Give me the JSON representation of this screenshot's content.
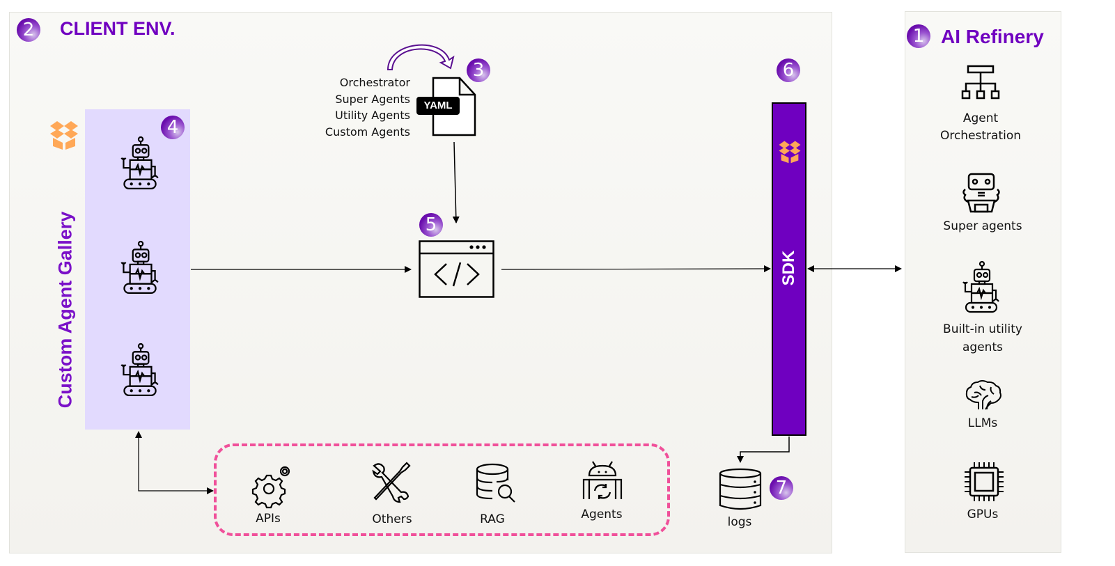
{
  "client_env": {
    "badge": "2",
    "title": "CLIENT ENV."
  },
  "ai_refinery": {
    "badge": "1",
    "title": "AI Refinery",
    "items": [
      {
        "icon": "hierarchy-icon",
        "label_line1": "Agent",
        "label_line2": "Orchestration"
      },
      {
        "icon": "super-agent-robot-icon",
        "label_line1": "Super agents",
        "label_line2": ""
      },
      {
        "icon": "utility-robot-icon",
        "label_line1": "Built-in utility",
        "label_line2": "agents"
      },
      {
        "icon": "brain-icon",
        "label_line1": "LLMs",
        "label_line2": ""
      },
      {
        "icon": "chip-icon",
        "label_line1": "GPUs",
        "label_line2": ""
      }
    ]
  },
  "yaml_config": {
    "badge": "3",
    "tag": "YAML",
    "items": [
      "Orchestrator",
      "Super Agents",
      "Utility Agents",
      "Custom Agents"
    ]
  },
  "gallery": {
    "badge": "4",
    "title": "Custom Agent Gallery",
    "robot_count": 3
  },
  "code": {
    "badge": "5"
  },
  "sdk": {
    "badge": "6",
    "label": "SDK"
  },
  "logs": {
    "badge": "7",
    "label": "logs"
  },
  "tools": [
    {
      "icon": "gears-icon",
      "label": "APIs"
    },
    {
      "icon": "tools-icon",
      "label": "Others"
    },
    {
      "icon": "database-search-icon",
      "label": "RAG"
    },
    {
      "icon": "android-sync-icon",
      "label": "Agents"
    }
  ],
  "colors": {
    "brand_purple": "#7000c0",
    "gallery_bg": "#e2dafe",
    "package_orange": "#ffa857",
    "tools_border": "#f0509a"
  }
}
